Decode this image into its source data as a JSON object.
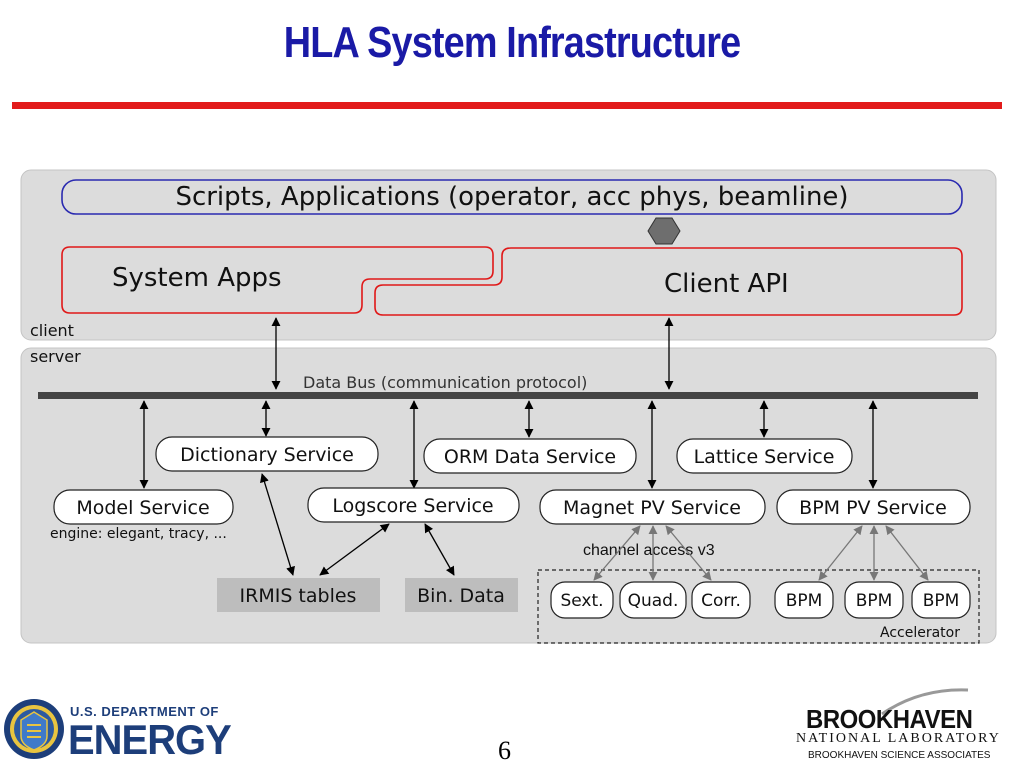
{
  "title": "HLA System Infrastructure",
  "page_number": "6",
  "colors": {
    "title": "#1a1aa6",
    "rule": "#e21b1b",
    "panel": "#dcdcdc",
    "blue_outline": "#2a2ab0",
    "red_outline": "#e01818",
    "bus": "#444444"
  },
  "diagram": {
    "scripts_box": "Scripts, Applications (operator, acc phys, beamline)",
    "system_apps": "System Apps",
    "client_api": "Client API",
    "client_label": "client",
    "server_label": "server",
    "data_bus": "Data Bus (communication protocol)",
    "services": {
      "dictionary": "Dictionary Service",
      "orm": "ORM Data Service",
      "lattice": "Lattice Service",
      "model": "Model Service",
      "logscore": "Logscore Service",
      "magnet_pv": "Magnet PV Service",
      "bpm_pv": "BPM PV Service"
    },
    "engine_note": "engine: elegant, tracy, ...",
    "channel_access": "channel access v3",
    "irmis_tables": "IRMIS tables",
    "bin_data": "Bin. Data",
    "magnets": [
      "Sext.",
      "Quad.",
      "Corr."
    ],
    "bpms": [
      "BPM",
      "BPM",
      "BPM"
    ],
    "accelerator": "Accelerator"
  },
  "footer": {
    "doe_top": "U.S. DEPARTMENT OF",
    "doe_energy": "ENERGY",
    "bnl_name": "BROOKHAVEN",
    "bnl_sub": "NATIONAL LABORATORY",
    "bnl_assoc": "BROOKHAVEN SCIENCE ASSOCIATES"
  }
}
